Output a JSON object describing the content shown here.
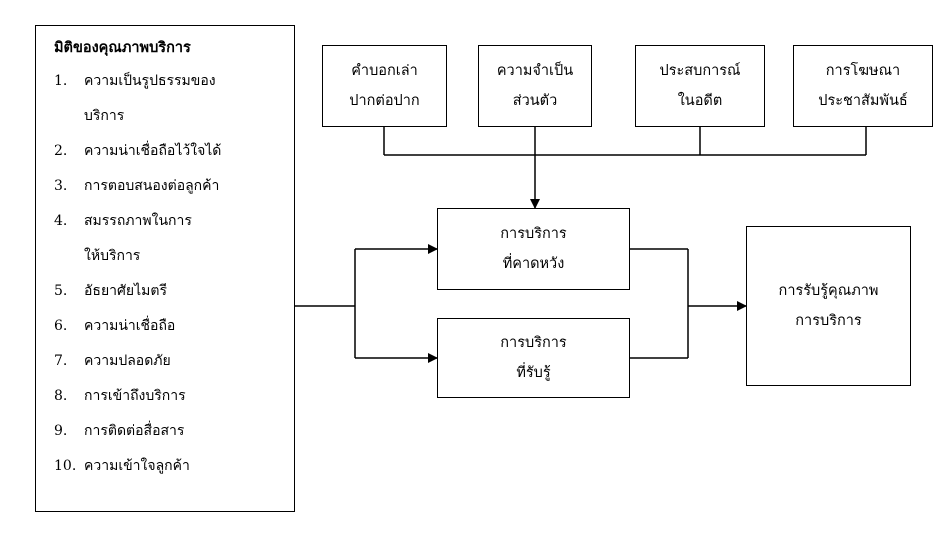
{
  "dimensions_box": {
    "title": "มิติของคุณภาพบริการ",
    "items": [
      {
        "num": "1.",
        "text": "ความเป็นรูปธรรมของ",
        "cont": "บริการ"
      },
      {
        "num": "2.",
        "text": "ความน่าเชื่อถือไว้ใจได้"
      },
      {
        "num": "3.",
        "text": "การตอบสนองต่อลูกค้า"
      },
      {
        "num": "4.",
        "text": "สมรรถภาพในการ",
        "cont": "ให้บริการ"
      },
      {
        "num": "5.",
        "text": "อัธยาศัยไมตรี"
      },
      {
        "num": "6.",
        "text": "ความน่าเชื่อถือ"
      },
      {
        "num": "7.",
        "text": "ความปลอดภัย"
      },
      {
        "num": "8.",
        "text": "การเข้าถึงบริการ"
      },
      {
        "num": "9.",
        "text": "การติดต่อสื่อสาร"
      },
      {
        "num": "10.",
        "text": "ความเข้าใจลูกค้า"
      }
    ]
  },
  "inputs": [
    {
      "line1": "คำบอกเล่า",
      "line2": "ปากต่อปาก"
    },
    {
      "line1": "ความจำเป็น",
      "line2": "ส่วนตัว"
    },
    {
      "line1": "ประสบการณ์",
      "line2": "ในอดีต"
    },
    {
      "line1": "การโฆษณา",
      "line2": "ประชาสัมพันธ์"
    }
  ],
  "expected_service": {
    "line1": "การบริการ",
    "line2": "ที่คาดหวัง"
  },
  "perceived_service": {
    "line1": "การบริการ",
    "line2": "ที่รับรู้"
  },
  "perceived_quality": {
    "line1": "การรับรู้คุณภาพ",
    "line2": "การบริการ"
  }
}
